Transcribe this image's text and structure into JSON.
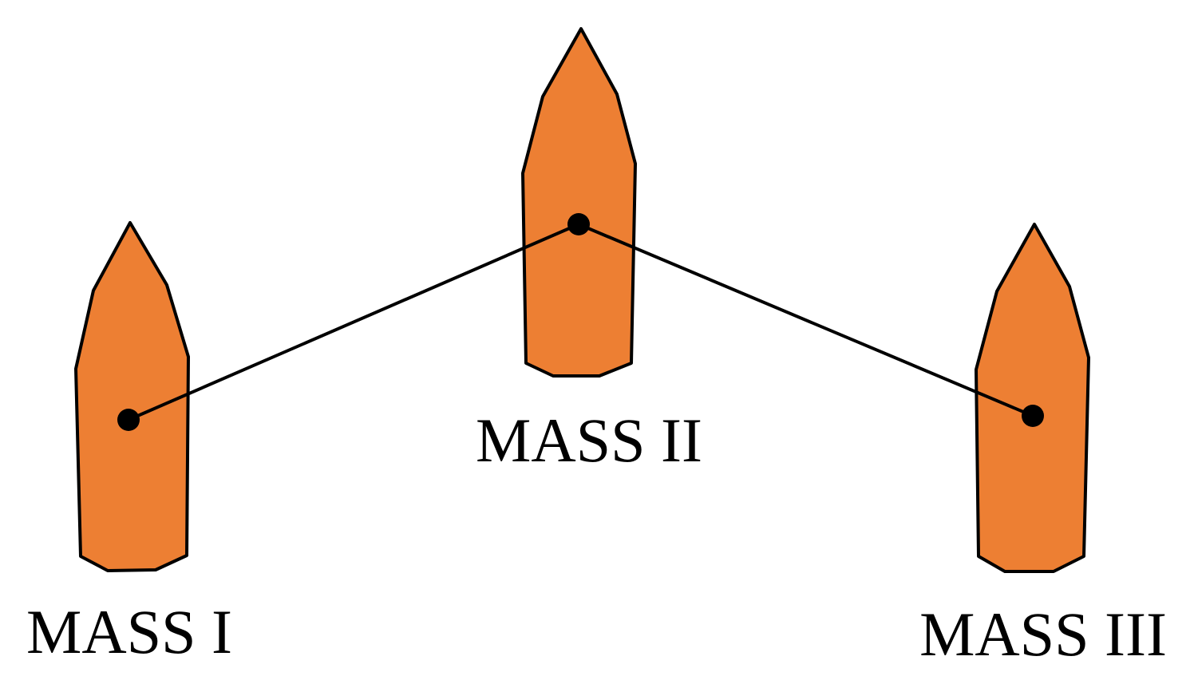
{
  "colors": {
    "hull_fill": "#ED7F33",
    "outline": "#000000",
    "background": "#FFFFFF"
  },
  "masses": [
    {
      "label": "MASS I"
    },
    {
      "label": "MASS II"
    },
    {
      "label": "MASS III"
    }
  ]
}
